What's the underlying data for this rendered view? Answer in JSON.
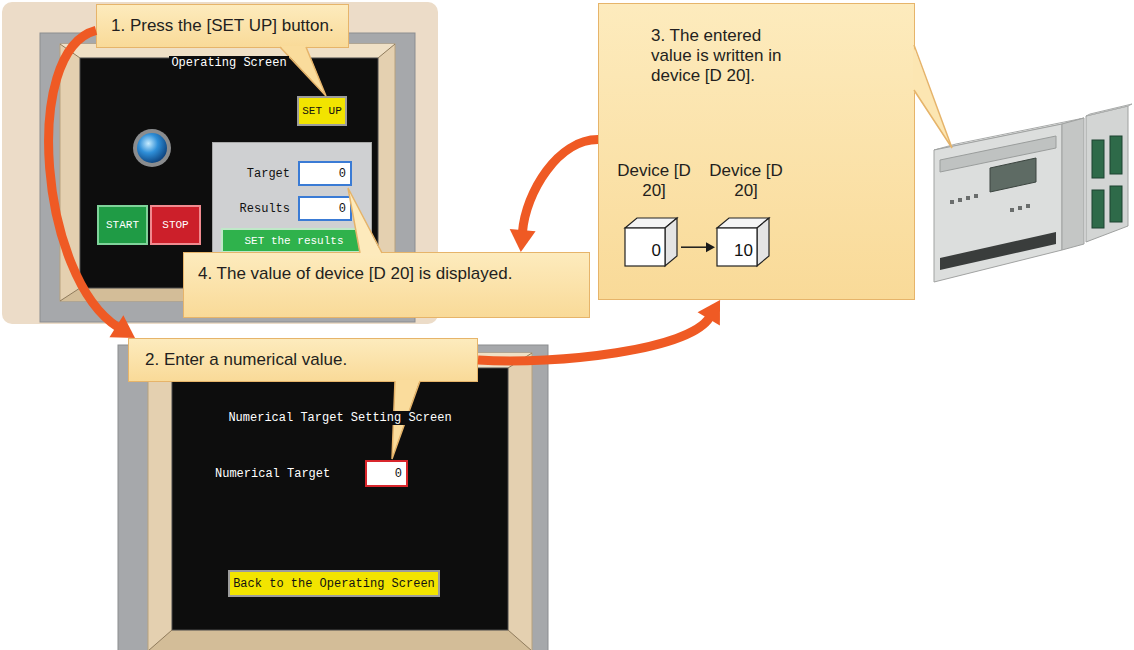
{
  "diagram": {
    "nodes": [
      {
        "text": [
          "1. Press the [SET UP] button."
        ]
      },
      {
        "text": [
          "Operating Screen"
        ]
      },
      {
        "text": [
          "SET UP"
        ],
        "in": 1
      },
      {
        "text": [
          "START"
        ],
        "in": 1
      },
      {
        "text": [
          "STOP"
        ],
        "in": 1
      },
      {
        "text": [
          "Target",
          "Results"
        ],
        "in": 1
      },
      {
        "text": [
          "0"
        ],
        "in": 5
      },
      {
        "text": [
          "0"
        ],
        "in": 5
      },
      {
        "text": [
          "SET the results"
        ],
        "in": 5
      },
      {
        "text": [
          "4. The value of device [D 20] is displayed."
        ]
      },
      {
        "text": [
          "2. Enter a numerical value."
        ]
      },
      {
        "text": [
          "Numerical Target Setting Screen",
          "Numerical Target"
        ]
      },
      {
        "text": [
          "0"
        ],
        "in": 11
      },
      {
        "text": [
          "Back to the Operating Screen"
        ],
        "in": 11
      },
      {
        "text": [
          "3. The entered value is written in device [D 20]."
        ]
      },
      {
        "text": [
          "Device [D 20]",
          "0"
        ],
        "in": 14
      },
      {
        "text": [
          "Device [D 20]",
          "10"
        ],
        "in": 14
      }
    ],
    "edges": [
      {
        "from": 0,
        "to": 10,
        "arrow": "to"
      },
      {
        "from": 10,
        "to": 14,
        "arrow": "to"
      },
      {
        "from": 14,
        "to": 9,
        "arrow": "to"
      },
      {
        "from": 15,
        "to": 16,
        "arrow": "to"
      }
    ]
  }
}
